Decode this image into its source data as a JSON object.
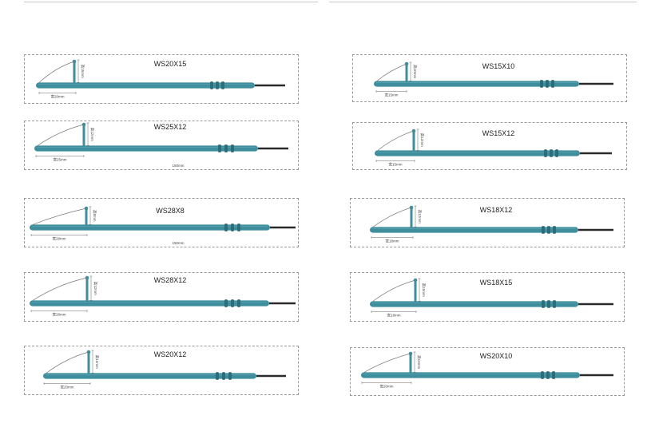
{
  "colors": {
    "rod": "#3f8e9d",
    "rod_dark": "#2c6d79",
    "tip": "#2a2a2a",
    "border": "#9a9a9a"
  },
  "panels": [
    {
      "model": "WS20X15",
      "width_label": "宽20mm",
      "height_label": "高15mm",
      "length_label": ""
    },
    {
      "model": "WS25X12",
      "width_label": "宽25mm",
      "height_label": "高12mm",
      "length_label": "150mm"
    },
    {
      "model": "WS28X8",
      "width_label": "宽28mm",
      "height_label": "高8mm",
      "length_label": "150mm"
    },
    {
      "model": "WS28X12",
      "width_label": "宽28mm",
      "height_label": "高12mm",
      "length_label": ""
    },
    {
      "model": "WS20X12",
      "width_label": "宽20mm",
      "height_label": "高12mm",
      "length_label": ""
    },
    {
      "model": "WS15X10",
      "width_label": "宽15mm",
      "height_label": "高10mm",
      "length_label": ""
    },
    {
      "model": "WS15X12",
      "width_label": "宽15mm",
      "height_label": "高12mm",
      "length_label": ""
    },
    {
      "model": "WS18X12",
      "width_label": "宽18mm",
      "height_label": "高12mm",
      "length_label": ""
    },
    {
      "model": "WS18X15",
      "width_label": "宽18mm",
      "height_label": "高15mm",
      "length_label": ""
    },
    {
      "model": "WS20X10",
      "width_label": "宽20mm",
      "height_label": "高10mm",
      "length_label": ""
    }
  ]
}
